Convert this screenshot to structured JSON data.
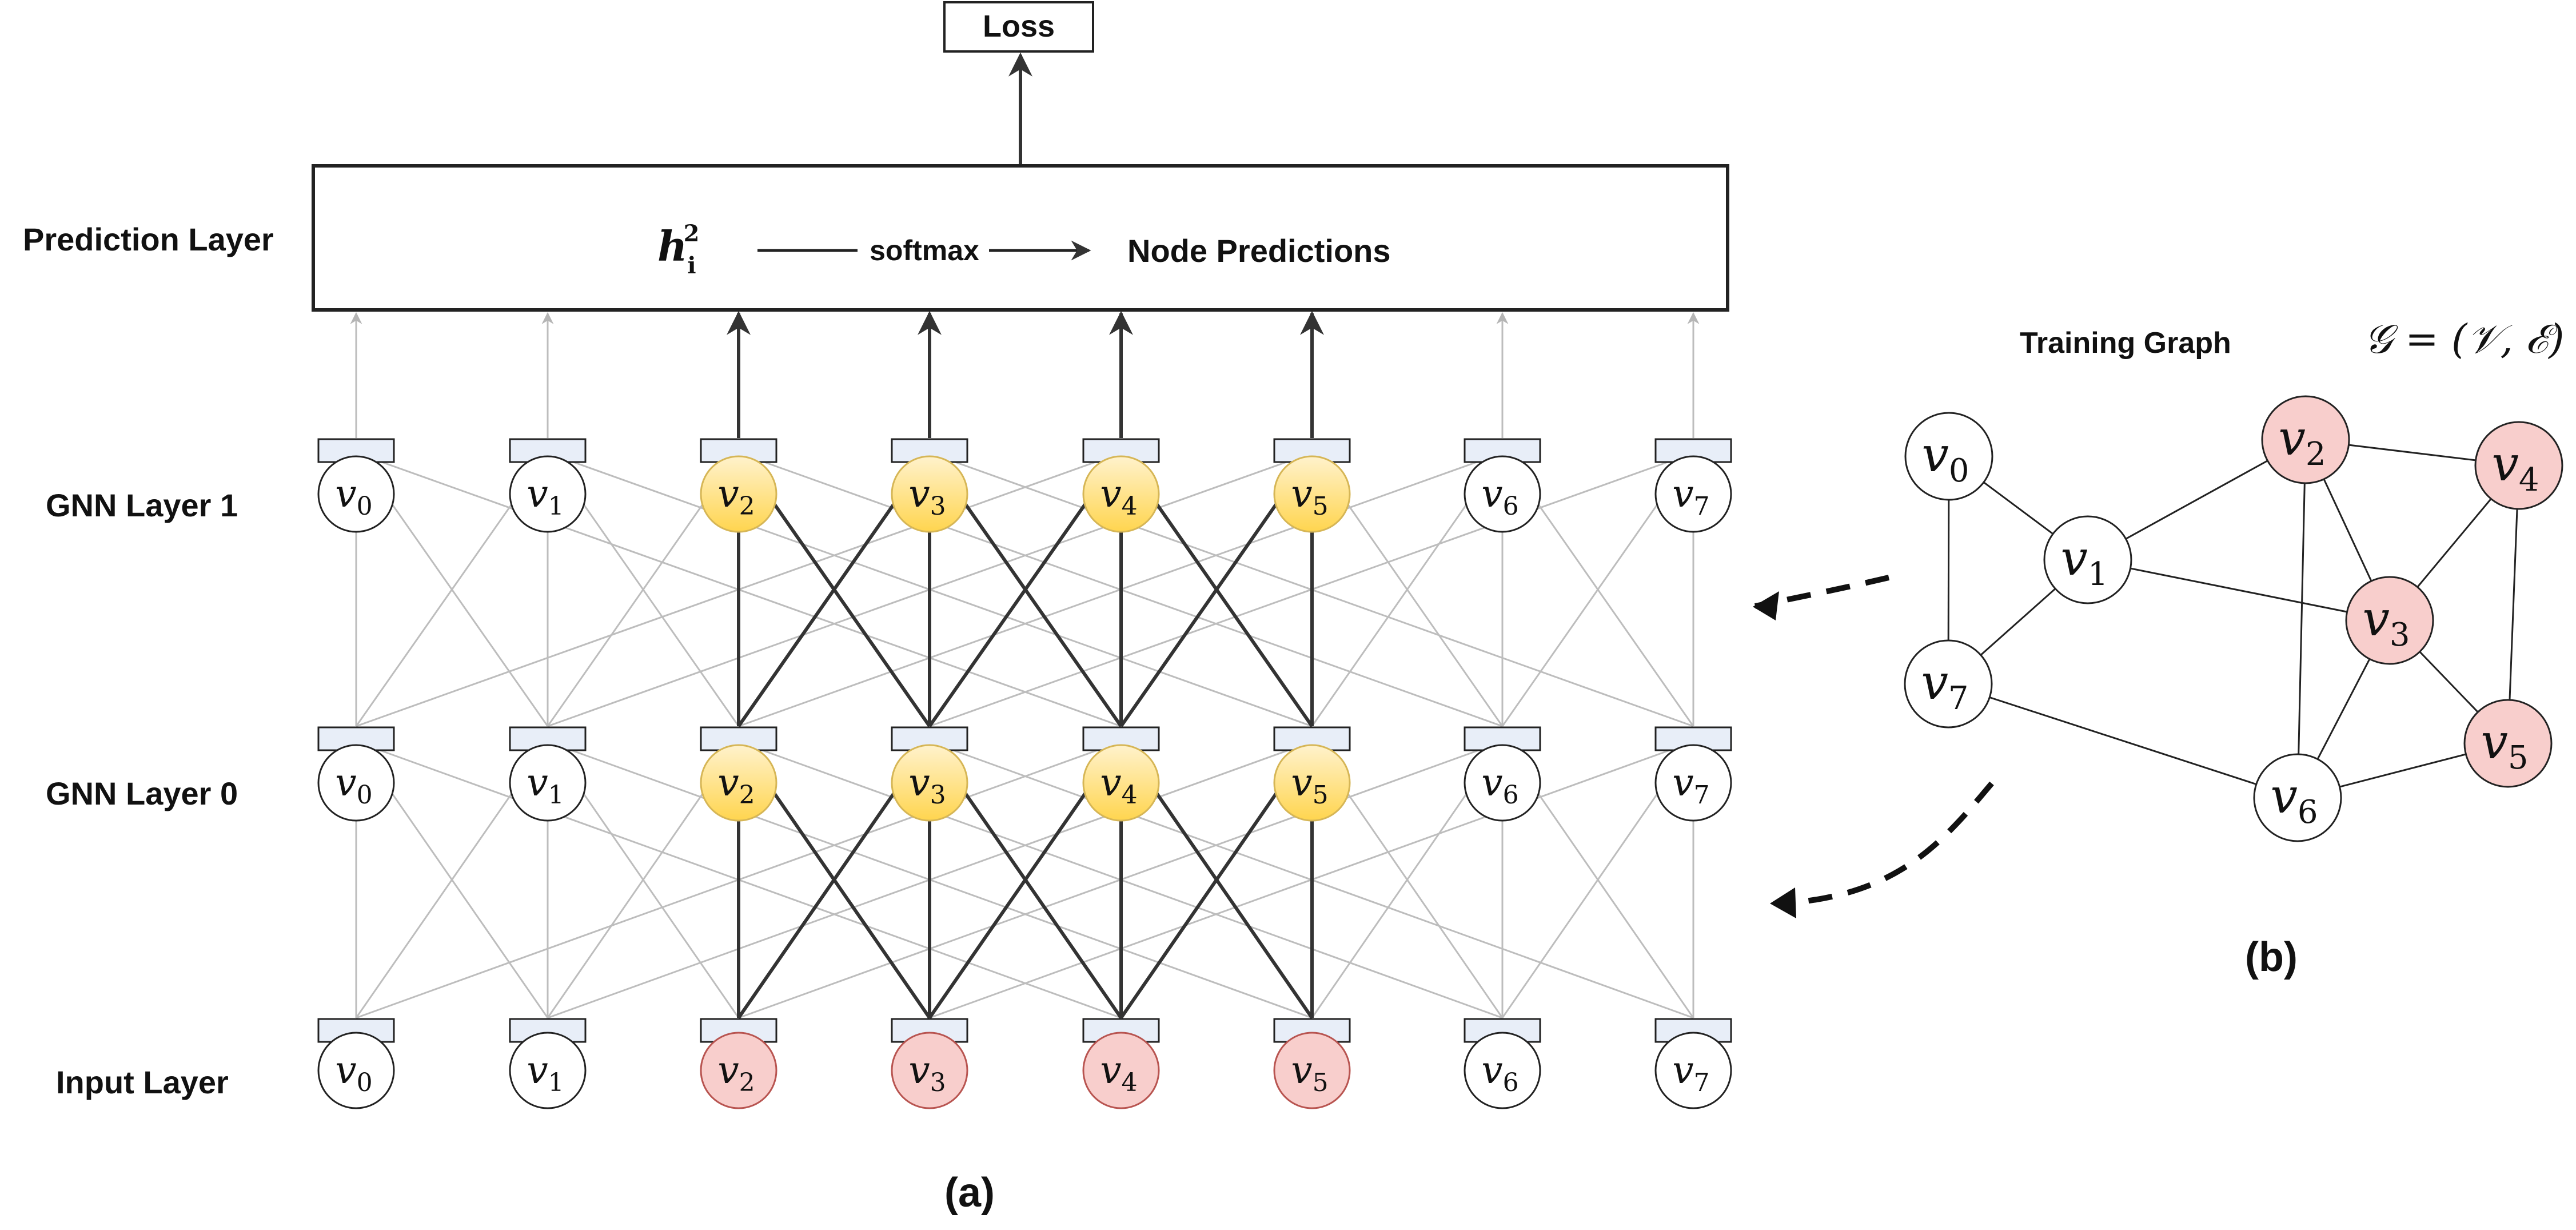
{
  "loss_label": "Loss",
  "prediction_box": {
    "input_symbol": "h",
    "input_sub": "i",
    "input_sup": "2",
    "op_label": "softmax",
    "output_label": "Node Predictions"
  },
  "row_labels": {
    "prediction": "Prediction Layer",
    "gnn1": "GNN Layer 1",
    "gnn0": "GNN Layer 0",
    "input": "Input Layer"
  },
  "panel_labels": {
    "a": "(a)",
    "b": "(b)"
  },
  "node_letter": "v",
  "nodes": [
    "0",
    "1",
    "2",
    "3",
    "4",
    "5",
    "6",
    "7"
  ],
  "training_nodes": [
    "2",
    "3",
    "4",
    "5"
  ],
  "training_graph": {
    "title": "Training Graph",
    "formula": "𝒢 = (𝒱, ℰ)",
    "edges": [
      [
        "0",
        "1"
      ],
      [
        "0",
        "7"
      ],
      [
        "1",
        "2"
      ],
      [
        "1",
        "3"
      ],
      [
        "1",
        "7"
      ],
      [
        "2",
        "3"
      ],
      [
        "2",
        "4"
      ],
      [
        "2",
        "6"
      ],
      [
        "3",
        "4"
      ],
      [
        "3",
        "5"
      ],
      [
        "3",
        "6"
      ],
      [
        "4",
        "5"
      ],
      [
        "5",
        "6"
      ],
      [
        "6",
        "7"
      ]
    ]
  },
  "colors": {
    "stroke": "#222222",
    "faint_edge": "#bdbdbd",
    "dark_edge": "#333333",
    "node_fill": "#ffffff",
    "input_train_fill": "#f8cecc",
    "input_train_stroke": "#b85450",
    "gnn_train_fill": "#ffd966",
    "gnn_train_stroke": "#d6b656",
    "feature_fill": "#e8eef8"
  }
}
